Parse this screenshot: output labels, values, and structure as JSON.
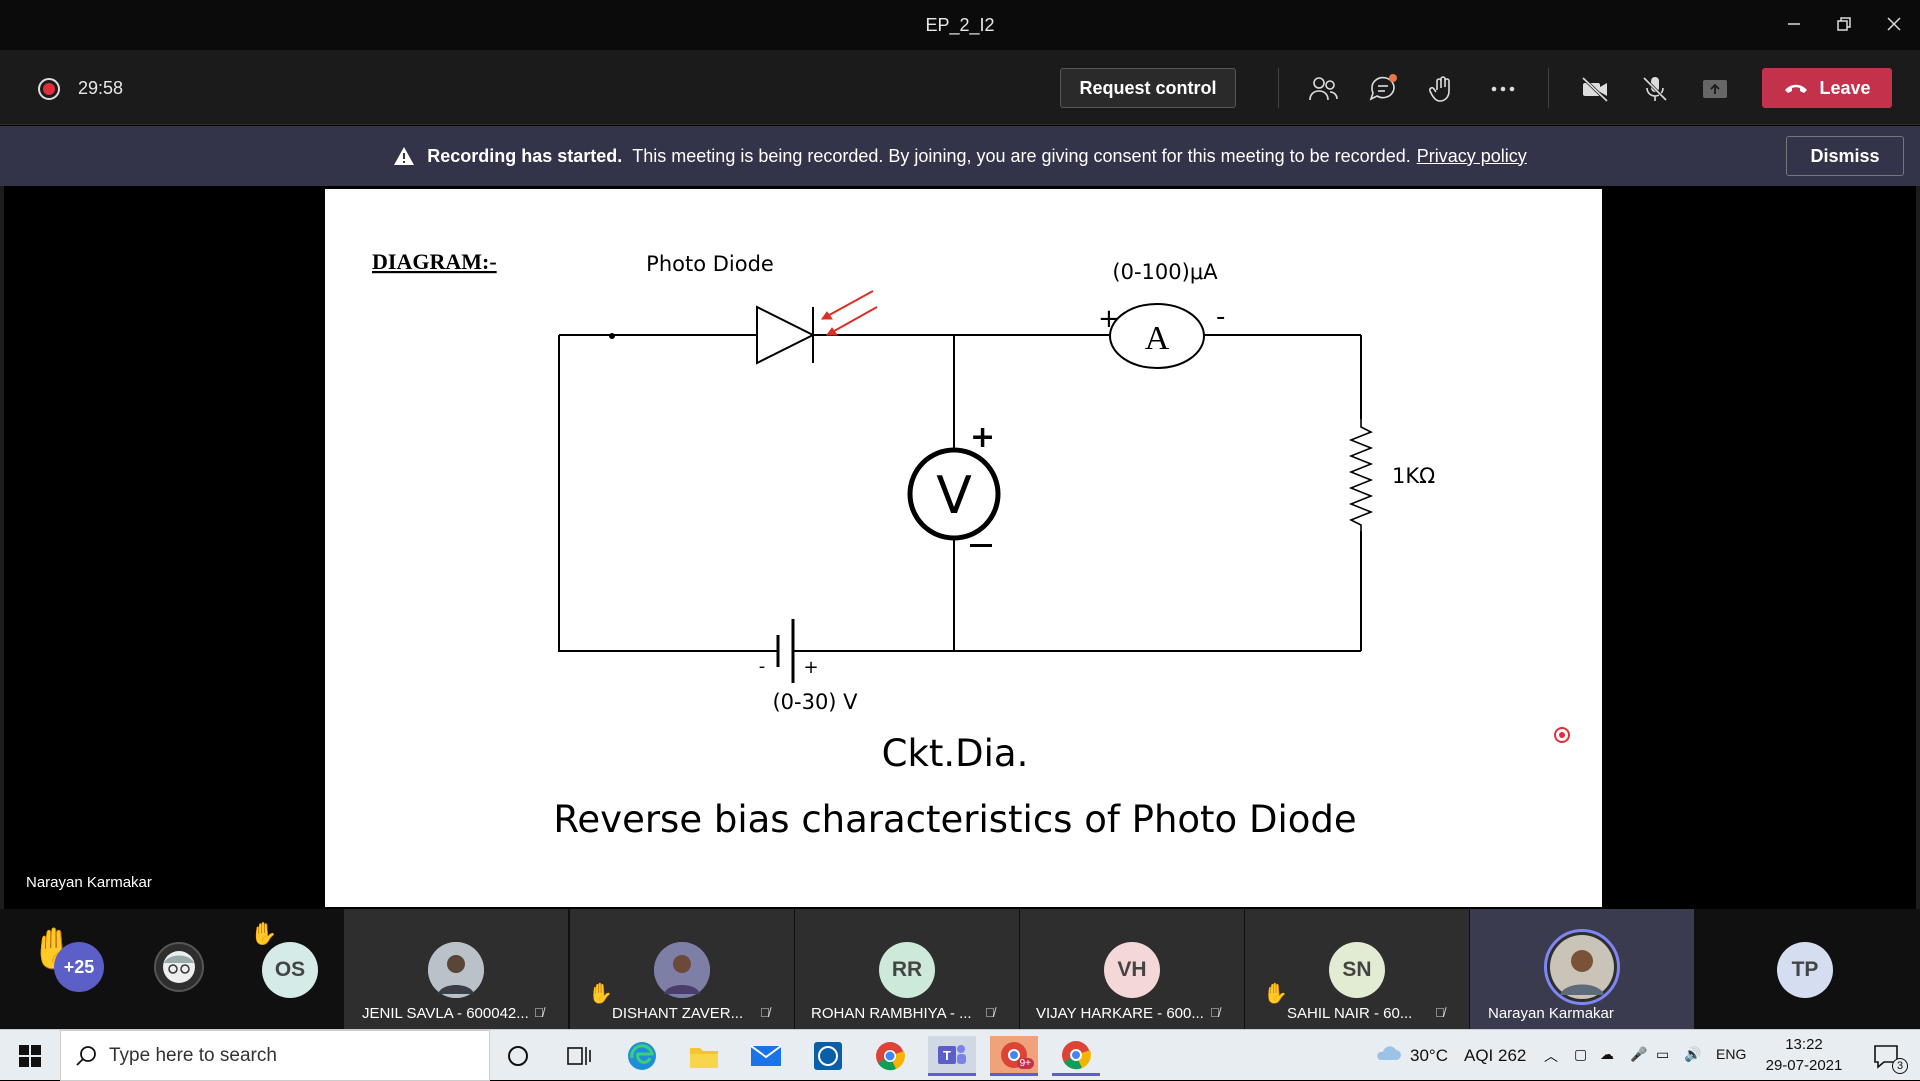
{
  "window": {
    "title": "EP_2_I2"
  },
  "toolbar": {
    "timer": "29:58",
    "request_control": "Request control",
    "leave": "Leave"
  },
  "banner": {
    "bold": "Recording has started.",
    "text": "This meeting is being recorded. By joining, you are giving consent for this meeting to be recorded.",
    "link": "Privacy policy",
    "dismiss": "Dismiss"
  },
  "slide": {
    "heading": "DIAGRAM:-",
    "photo_diode": "Photo Diode",
    "ammeter_range": "(0-100)μA",
    "ammeter_letter": "A",
    "voltmeter_letter": "V",
    "resistor": "1KΩ",
    "supply": "(0-30) V",
    "plus": "+",
    "minus": "-",
    "caption": "Ckt.Dia.",
    "title": "Reverse bias characteristics of Photo Diode"
  },
  "presenter_name": "Narayan Karmakar",
  "participants": {
    "overflow": "+25",
    "tiles": [
      {
        "initials": "OS",
        "name": ""
      },
      {
        "initials": "",
        "name": "JENIL SAVLA - 600042..."
      },
      {
        "initials": "",
        "name": "DISHANT ZAVER..."
      },
      {
        "initials": "RR",
        "name": "ROHAN RAMBHIYA - ..."
      },
      {
        "initials": "VH",
        "name": "VIJAY HARKARE - 600..."
      },
      {
        "initials": "SN",
        "name": "SAHIL NAIR - 60..."
      },
      {
        "initials": "",
        "name": "Narayan Karmakar"
      },
      {
        "initials": "TP",
        "name": ""
      }
    ]
  },
  "taskbar": {
    "search_placeholder": "Type here to search",
    "weather": "30°C",
    "aqi": "AQI 262",
    "lang": "ENG",
    "time": "13:22",
    "date": "29-07-2021",
    "notifications": "3",
    "chrome_badge": "9+"
  },
  "colors": {
    "leave": "#c4314b",
    "banner": "#33344a",
    "accent": "#6264a7"
  }
}
